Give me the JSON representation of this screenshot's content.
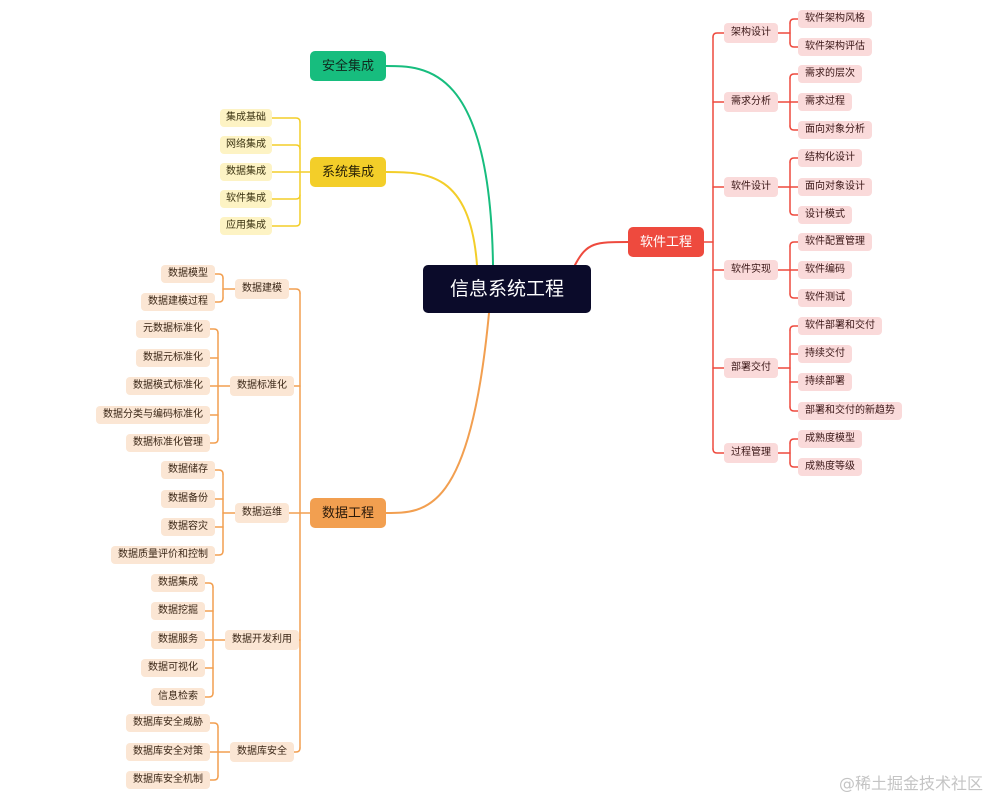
{
  "root": {
    "label": "信息系统工程"
  },
  "branches": {
    "security": {
      "label": "安全集成",
      "color": "#17bd7e"
    },
    "system": {
      "label": "系统集成",
      "color": "#f3ce29",
      "children": [
        "集成基础",
        "网络集成",
        "数据集成",
        "软件集成",
        "应用集成"
      ]
    },
    "data": {
      "label": "数据工程",
      "color": "#f29f50",
      "children": [
        {
          "label": "数据建模",
          "leaves": [
            "数据模型",
            "数据建模过程"
          ]
        },
        {
          "label": "数据标准化",
          "leaves": [
            "元数据标准化",
            "数据元标准化",
            "数据模式标准化",
            "数据分类与编码标准化",
            "数据标准化管理"
          ]
        },
        {
          "label": "数据运维",
          "leaves": [
            "数据储存",
            "数据备份",
            "数据容灾",
            "数据质量评价和控制"
          ]
        },
        {
          "label": "数据开发利用",
          "leaves": [
            "数据集成",
            "数据挖掘",
            "数据服务",
            "数据可视化",
            "信息检索"
          ]
        },
        {
          "label": "数据库安全",
          "leaves": [
            "数据库安全威胁",
            "数据库安全对策",
            "数据库安全机制"
          ]
        }
      ]
    },
    "software": {
      "label": "软件工程",
      "color": "#ee4a3e",
      "children": [
        {
          "label": "架构设计",
          "leaves": [
            "软件架构风格",
            "软件架构评估"
          ]
        },
        {
          "label": "需求分析",
          "leaves": [
            "需求的层次",
            "需求过程",
            "面向对象分析"
          ]
        },
        {
          "label": "软件设计",
          "leaves": [
            "结构化设计",
            "面向对象设计",
            "设计模式"
          ]
        },
        {
          "label": "软件实现",
          "leaves": [
            "软件配置管理",
            "软件编码",
            "软件测试"
          ]
        },
        {
          "label": "部署交付",
          "leaves": [
            "软件部署和交付",
            "持续交付",
            "持续部署",
            "部署和交付的新趋势"
          ]
        },
        {
          "label": "过程管理",
          "leaves": [
            "成熟度模型",
            "成熟度等级"
          ]
        }
      ]
    }
  },
  "watermark": "@稀土掘金技术社区"
}
